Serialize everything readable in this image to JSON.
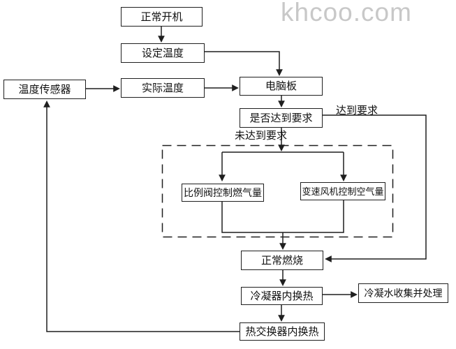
{
  "watermark": "khcoo.com",
  "colors": {
    "line": "#1f1f1f",
    "box_border": "#1f1f1f",
    "text": "#111111",
    "watermark": "#c8c8c8",
    "background": "#ffffff"
  },
  "flowchart": {
    "nodes": {
      "normal_startup": {
        "label": "正常开机"
      },
      "set_temperature": {
        "label": "设定温度"
      },
      "temperature_sensor": {
        "label": "温度传感器"
      },
      "actual_temperature": {
        "label": "实际温度"
      },
      "computer_board": {
        "label": "电脑板"
      },
      "requirement_check": {
        "label": "是否达到要求"
      },
      "proportional_valve": {
        "label": "比例阀控制燃气量"
      },
      "variable_speed_fan": {
        "label": "变速风机控制空气量"
      },
      "normal_combustion": {
        "label": "正常燃烧"
      },
      "condenser_heat_exchange": {
        "label": "冷凝器内换热"
      },
      "condensate_treatment": {
        "label": "冷凝水收集并处理"
      },
      "heat_exchanger": {
        "label": "热交换器内换热"
      }
    },
    "edge_labels": {
      "met": "达到要求",
      "not_met": "未达到要求"
    },
    "edges": [
      {
        "from": "正常开机",
        "to": "设定温度"
      },
      {
        "from": "设定温度",
        "to": "电脑板"
      },
      {
        "from": "温度传感器",
        "to": "实际温度"
      },
      {
        "from": "实际温度",
        "to": "电脑板"
      },
      {
        "from": "电脑板",
        "to": "是否达到要求"
      },
      {
        "from": "是否达到要求",
        "to": "正常燃烧",
        "label": "达到要求"
      },
      {
        "from": "是否达到要求",
        "to": "比例阀控制燃气量、变速风机控制空气量",
        "label": "未达到要求"
      },
      {
        "from": "比例阀控制燃气量、变速风机控制空气量",
        "to": "正常燃烧"
      },
      {
        "from": "正常燃烧",
        "to": "冷凝器内换热"
      },
      {
        "from": "冷凝器内换热",
        "to": "冷凝水收集并处理"
      },
      {
        "from": "冷凝器内换热",
        "to": "热交换器内换热"
      },
      {
        "from": "热交换器内换热",
        "to": "温度传感器"
      }
    ]
  }
}
